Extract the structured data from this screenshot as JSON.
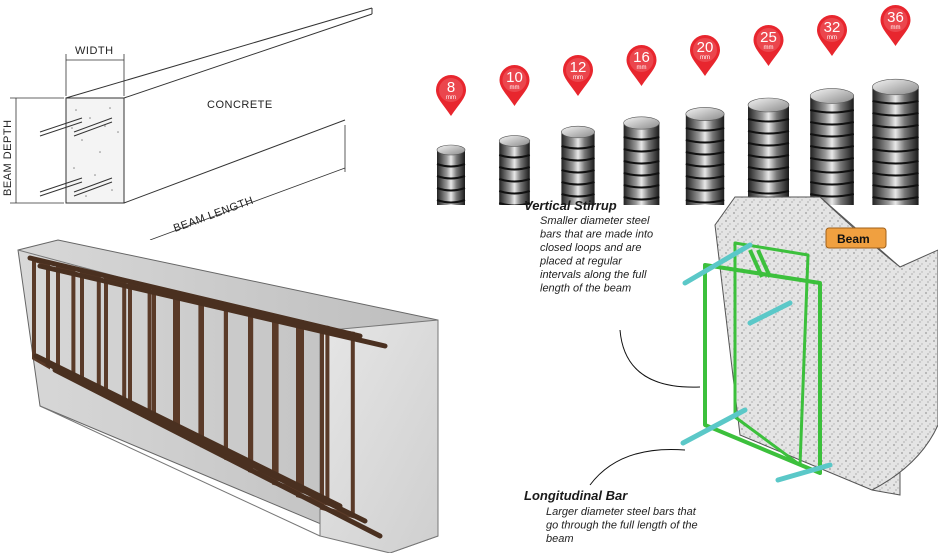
{
  "beam_diagram": {
    "width_label": "WIDTH",
    "depth_label": "BEAM DEPTH",
    "concrete_label": "CONCRETE",
    "length_label": "BEAM LENGTH"
  },
  "rebar_sizes": {
    "unit": "mm",
    "items": [
      {
        "size": "8"
      },
      {
        "size": "10"
      },
      {
        "size": "12"
      },
      {
        "size": "16"
      },
      {
        "size": "20"
      },
      {
        "size": "25"
      },
      {
        "size": "32"
      },
      {
        "size": "36"
      }
    ],
    "marker_color": "#e8262e"
  },
  "stirrup_diagram": {
    "beam_tag": "Beam",
    "stirrup_title": "Vertical Stirrup",
    "stirrup_lines": [
      "Smaller diameter steel",
      "bars that are made into",
      "closed loops and are",
      "placed at regular",
      "intervals along the full",
      "length of the beam"
    ],
    "long_bar_title": "Longitudinal Bar",
    "long_bar_lines": [
      "Larger diameter steel bars that",
      "go through the full length of the",
      "beam"
    ],
    "stirrup_color": "#3cc03c",
    "bar_color": "#5bc8c8",
    "tag_color": "#f0a040"
  }
}
